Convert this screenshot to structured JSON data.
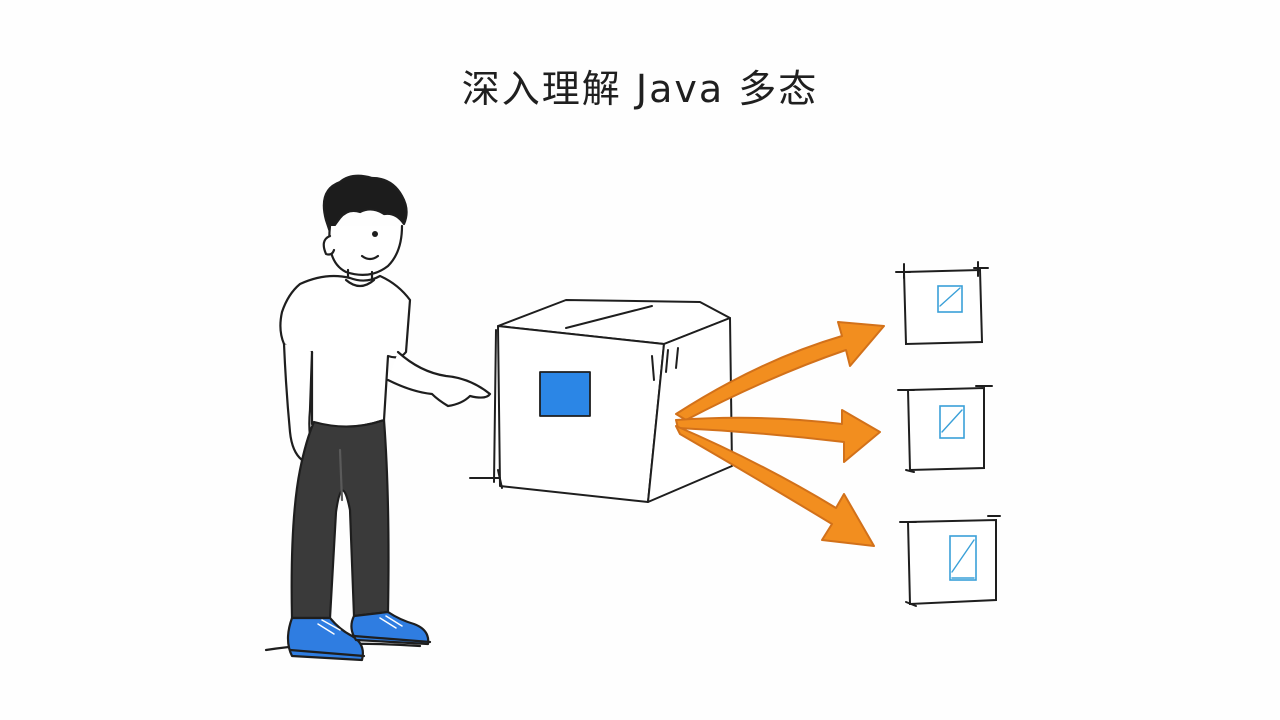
{
  "title": "深入理解 Java 多态",
  "colors": {
    "ink": "#1e1e1e",
    "pants": "#3a3a3a",
    "shoes": "#2f7de1",
    "box_window": "#2b86e6",
    "arrows": "#f08a1c",
    "child_boxes": "#3aa0d8"
  },
  "icons": [
    "person",
    "box",
    "arrow",
    "small-box"
  ]
}
